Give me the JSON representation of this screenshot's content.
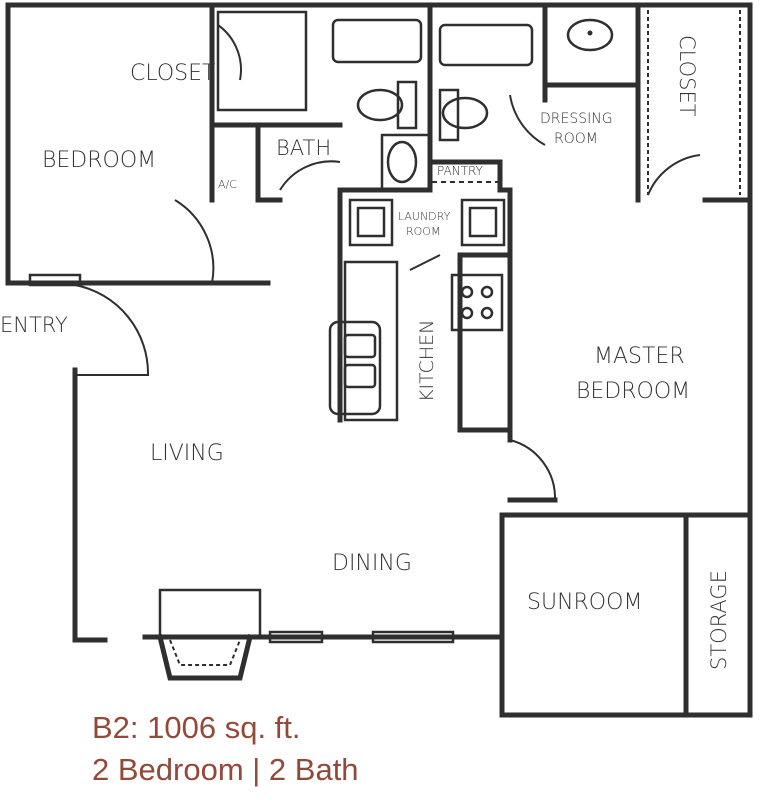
{
  "plan": {
    "rooms": {
      "closet_left": "CLOSET",
      "bedroom": "BEDROOM",
      "bath": "BATH",
      "ac": "A/C",
      "pantry": "PANTRY",
      "laundry_line1": "LAUNDRY",
      "laundry_line2": "ROOM",
      "dressing_line1": "DRESSING",
      "dressing_line2": "ROOM",
      "closet_right": "CLOSET",
      "entry": "ENTRY",
      "kitchen": "KITCHEN",
      "master_line1": "MASTER",
      "master_line2": "BEDROOM",
      "living": "LIVING",
      "dining": "DINING",
      "sunroom": "SUNROOM",
      "storage": "STORAGE"
    }
  },
  "caption": {
    "line1": "B2: 1006 sq. ft.",
    "line2": "2 Bedroom | 2 Bath"
  },
  "colors": {
    "walls": "#2f2f2f",
    "caption": "#93493a"
  }
}
